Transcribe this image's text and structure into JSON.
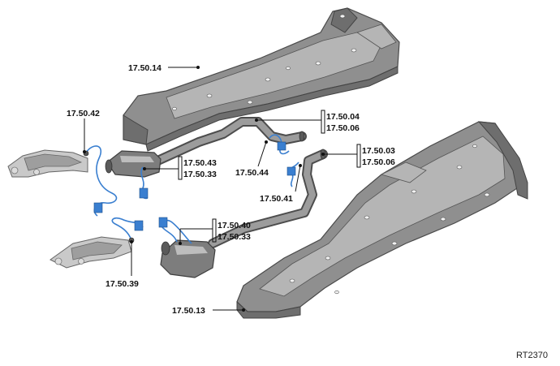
{
  "diagram": {
    "reference": "RT2370",
    "parts": [
      {
        "id": "heat-shield-upper",
        "label": "17.50.14"
      },
      {
        "id": "heat-shield-lower",
        "label": "17.50.13"
      },
      {
        "id": "sensor-upstream-right",
        "label": "17.50.42"
      },
      {
        "id": "sensor-upstream-left",
        "label": "17.50.39"
      },
      {
        "id": "cat-right",
        "labels": [
          "17.50.43",
          "17.50.33"
        ]
      },
      {
        "id": "cat-left",
        "labels": [
          "17.50.40",
          "17.50.33"
        ]
      },
      {
        "id": "pipe-right",
        "labels": [
          "17.50.04",
          "17.50.06"
        ]
      },
      {
        "id": "pipe-left",
        "labels": [
          "17.50.03",
          "17.50.06"
        ]
      },
      {
        "id": "sensor-downstream-right",
        "label": "17.50.44"
      },
      {
        "id": "sensor-downstream-left",
        "label": "17.50.41"
      }
    ]
  }
}
